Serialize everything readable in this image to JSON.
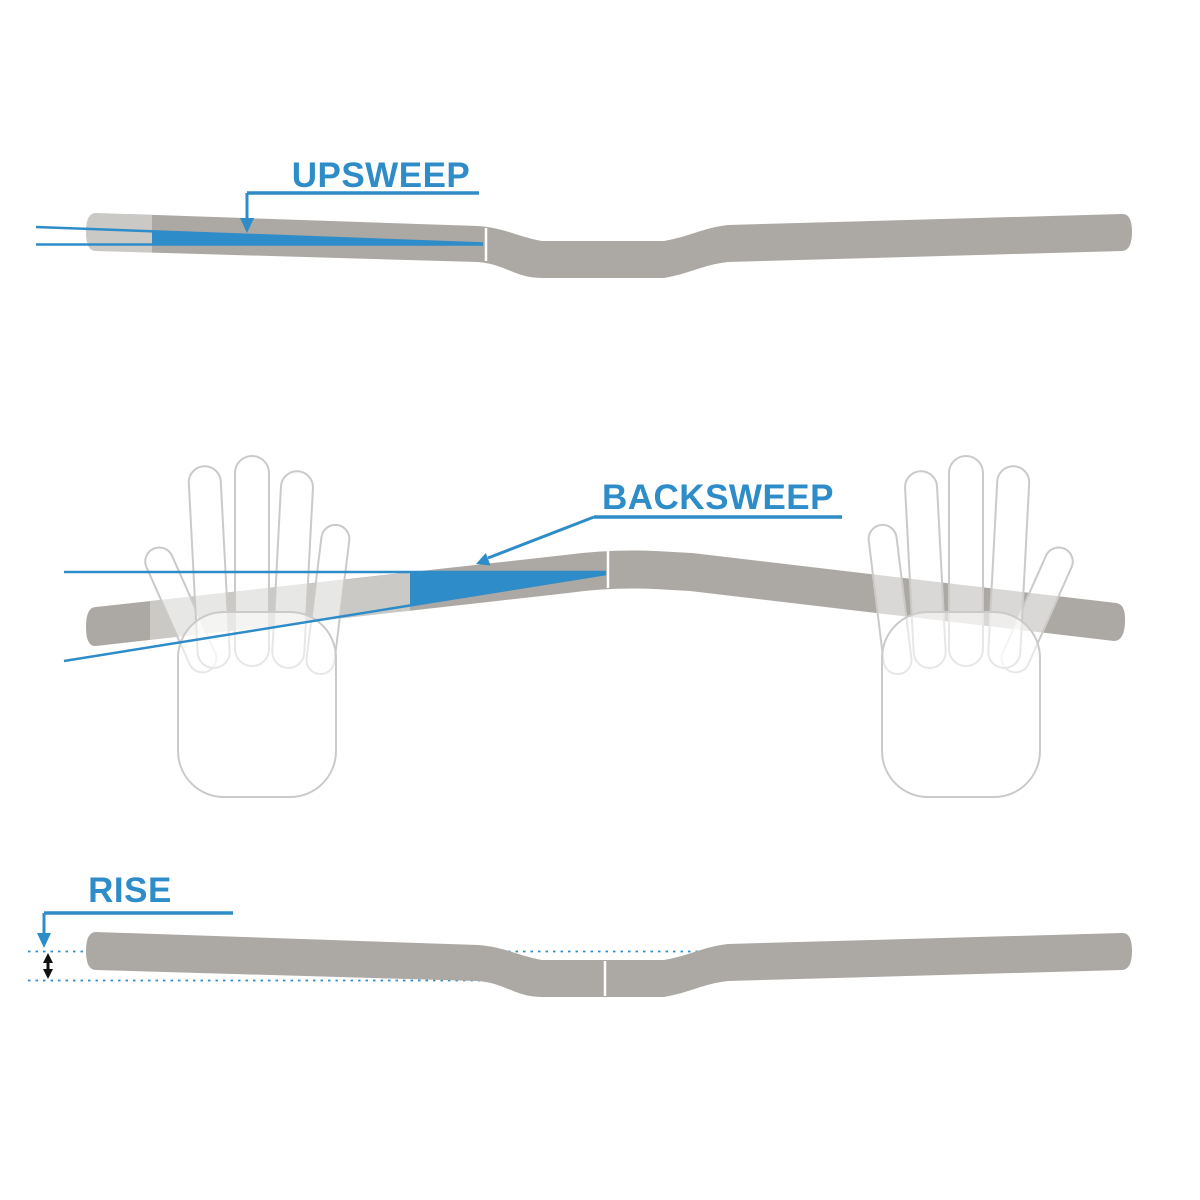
{
  "labels": {
    "upsweep": "UPSWEEP",
    "backsweep": "BACKSWEEP",
    "rise": "RISE"
  },
  "colors": {
    "accent": "#2E8CC9",
    "bar": "#ACA8A4",
    "hand": "#CCCAC8",
    "ink": "#111111"
  }
}
